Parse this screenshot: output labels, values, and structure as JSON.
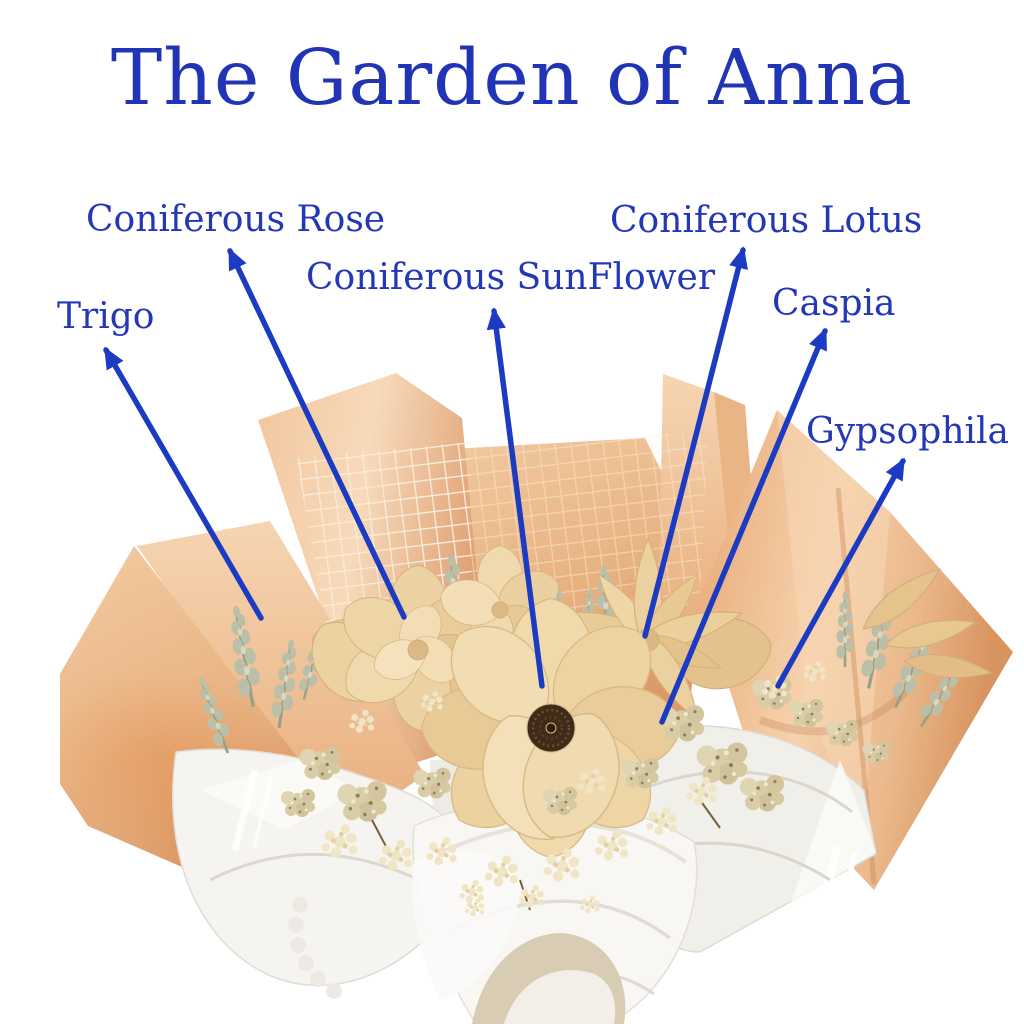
{
  "title": "The Garden of Anna",
  "labels": {
    "coniferous_rose": "Coniferous Rose",
    "trigo": "Trigo",
    "coniferous_sunflower": "Coniferous SunFlower",
    "coniferous_lotus": "Coniferous Lotus",
    "caspia": "Caspia",
    "gypsophila": "Gypsophila"
  },
  "colors": {
    "title_blue": "#2134b6",
    "label_blue": "#2437b7",
    "arrow_blue": "#1c3bc3",
    "paper_peach": "#edbd93",
    "paper_peach_shadow": "#d6935f",
    "flower_wood_cream": "#eed7a9",
    "sunflower_center_brown": "#3e2b1a",
    "dried_filler_beige": "#ddd2ab",
    "grass_sage_green": "#b4b79f",
    "wrap_white": "#f6f4f0",
    "background": "#ffffff"
  }
}
